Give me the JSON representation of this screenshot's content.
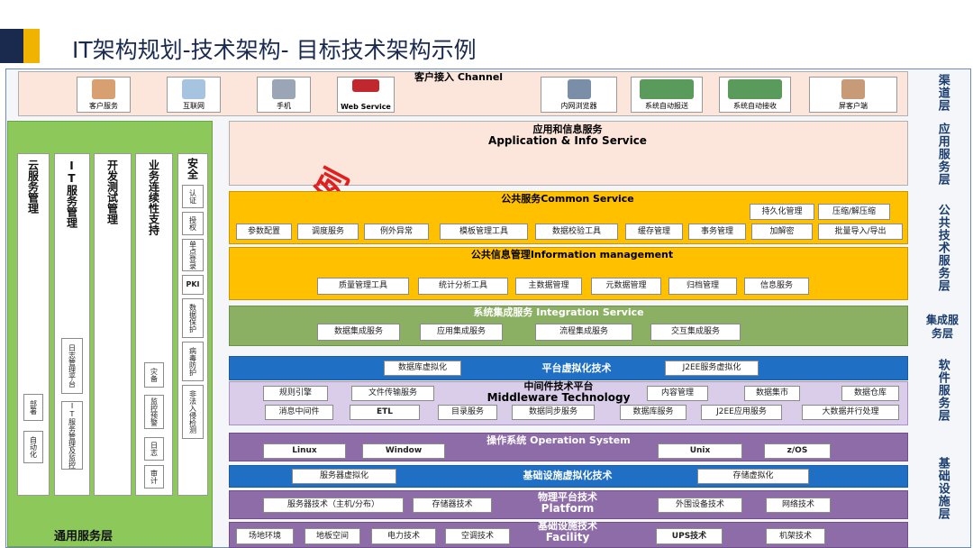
{
  "title": "IT架构规划-技术架构- 目标技术架构示例",
  "watermark": "示例",
  "colors": {
    "peach": "#fce6dc",
    "yellow": "#ffc000",
    "green": "#8cb063",
    "blue": "#1f6fc4",
    "purple": "#8e6ca8",
    "lightgreen": "#c5e0b4",
    "lavender": "#d9cdea"
  },
  "right_labels": [
    "渠道层",
    "应用服务层",
    "公共技术服务层",
    "集成服务层",
    "软件服务层",
    "基础设施层"
  ],
  "channel": {
    "title": "客户接入 Channel",
    "items": [
      "客户服务",
      "互联网",
      "手机",
      "Web Service",
      "内网浏览器",
      "系统自动报送",
      "系统自动接收",
      "屏客户端"
    ]
  },
  "left": {
    "bottom_label": "通用服务层",
    "columns": [
      "云服务管理",
      "IT服务管理",
      "开发测试管理",
      "业务连续性支持",
      "安全"
    ],
    "it_sub": [
      "日志管理平台",
      "IT服务管理及监控"
    ],
    "cloud_sub": [
      "部署",
      "自动化"
    ],
    "bc_sub": [
      "灾备",
      "监控预警",
      "日志",
      "审计"
    ],
    "sec_sub": [
      "认证",
      "授权",
      "单点登录",
      "PKI",
      "数据保护",
      "病毒防护",
      "非法入侵检测"
    ]
  },
  "app": {
    "cn": "应用和信息服务",
    "en": "Application & Info Service"
  },
  "common": {
    "title": "公共服务Common Service",
    "top": [
      "持久化管理",
      "压缩/解压缩"
    ],
    "row": [
      "参数配置",
      "调度服务",
      "例外异常",
      "模板管理工具",
      "数据校验工具",
      "缓存管理",
      "事务管理",
      "加解密",
      "批量导入/导出"
    ]
  },
  "info": {
    "title": "公共信息管理Information management",
    "row": [
      "质量管理工具",
      "统计分析工具",
      "主数据管理",
      "元数据管理",
      "归档管理",
      "信息服务"
    ]
  },
  "integration": {
    "title": "系统集成服务 Integration Service",
    "row": [
      "数据集成服务",
      "应用集成服务",
      "流程集成服务",
      "交互集成服务"
    ]
  },
  "virt": {
    "title": "平台虚拟化技术",
    "left": "数据库虚拟化",
    "right": "J2EE服务虚拟化"
  },
  "middleware": {
    "cn": "中间件技术平台",
    "en": "Middleware Technology",
    "row1": [
      "规则引擎",
      "文件传输服务",
      "内容管理",
      "数据集市",
      "数据仓库"
    ],
    "row2": [
      "消息中间件",
      "ETL",
      "目录服务",
      "数据同步服务",
      "数据库服务",
      "J2EE应用服务",
      "大数据并行处理"
    ]
  },
  "os": {
    "title": "操作系统 Operation System",
    "items": [
      "Linux",
      "Window",
      "Unix",
      "z/OS"
    ]
  },
  "infra_virt": {
    "title": "基础设施虚拟化技术",
    "left": "服务器虚拟化",
    "right": "存储虚拟化"
  },
  "platform": {
    "cn": "物理平台技术",
    "en": "Platform",
    "items": [
      "服务器技术（主机/分布）",
      "存储器技术",
      "外围设备技术",
      "网络技术"
    ]
  },
  "facility": {
    "cn": "基础设施技术",
    "en": "Facility",
    "items": [
      "场地环境",
      "地板空间",
      "电力技术",
      "空调技术",
      "UPS技术",
      "机架技术"
    ]
  }
}
